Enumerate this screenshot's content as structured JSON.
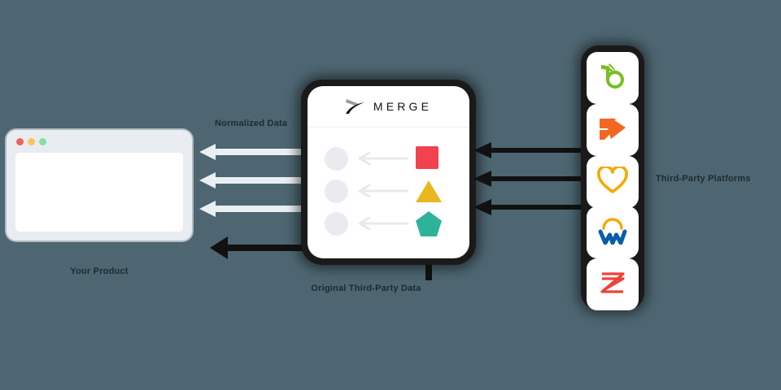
{
  "background_color": "#4d6671",
  "product": {
    "label": "Your Product",
    "window_dots": [
      {
        "name": "close",
        "color": "#f2615f"
      },
      {
        "name": "minimize",
        "color": "#f7c65c"
      },
      {
        "name": "maximize",
        "color": "#84e0a8"
      }
    ]
  },
  "merge": {
    "wordmark": "MERGE",
    "logo_icon": "merge-swoosh-icon",
    "rows": [
      {
        "circle_color": "#e9ebee",
        "arrow_direction": "left",
        "shape": "square",
        "shape_color": "#f0434f"
      },
      {
        "circle_color": "#e9ebee",
        "arrow_direction": "left",
        "shape": "triangle",
        "shape_color": "#e8b81e"
      },
      {
        "circle_color": "#e9ebee",
        "arrow_direction": "left",
        "shape": "pentagon",
        "shape_color": "#2eb39a"
      }
    ]
  },
  "flows": {
    "normalized_label": "Normalized Data",
    "normalized_arrow_color": "#eaeff3",
    "normalized_arrow_count": 3,
    "third_party_arrow_color": "#111111",
    "third_party_arrow_count": 3,
    "original_label": "Original Third-Party Data",
    "original_path_color": "#111111"
  },
  "platforms": {
    "label": "Third-Party Platforms",
    "items": [
      {
        "name": "bamboohr",
        "icon": "bamboohr-leaf-b-icon",
        "color": "#78be20"
      },
      {
        "name": "zenefits-arrow",
        "icon": "orange-arrow-icon",
        "color": "#f26722"
      },
      {
        "name": "zenefits-heart",
        "icon": "heart-icon",
        "color": "#f5a800"
      },
      {
        "name": "workday",
        "icon": "workday-w-icon",
        "color": "#0b5cab"
      },
      {
        "name": "namely",
        "icon": "namely-n-icon",
        "color": "#ef4136"
      }
    ]
  }
}
